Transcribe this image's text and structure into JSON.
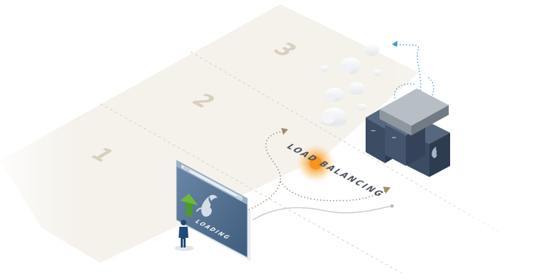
{
  "zones": [
    {
      "label": "1"
    },
    {
      "label": "2"
    },
    {
      "label": "3"
    }
  ],
  "load_balancer": {
    "label": "LOAD BALANCING"
  },
  "browser": {
    "status_label": "LOADING",
    "address_text": "http:"
  },
  "icons": [
    "user-figure-icon",
    "upload-arrow-icon",
    "dragon-logo-icon",
    "cloud-icon",
    "server-icon"
  ],
  "colors": {
    "lane": "#f5f2ec",
    "zone_number": "#d8cfbf",
    "path": "#a08c6e",
    "upload_path": "#3a9fc3",
    "balancer_glow": "#f7941d",
    "server": "#3c4c63",
    "server_top": "#a9b1b9",
    "browser": "#4e6d8d",
    "user": "#1f4a7a",
    "upload_arrow": "#5aa532",
    "text_dark": "#4d5560"
  }
}
